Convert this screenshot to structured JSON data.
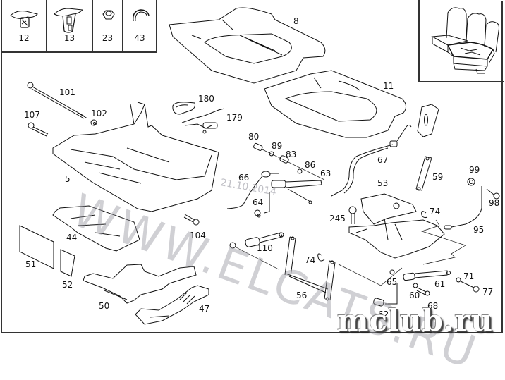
{
  "legend_parts": [
    {
      "number": "12",
      "icon": "clip-icon"
    },
    {
      "number": "13",
      "icon": "bracket-clip-icon"
    },
    {
      "number": "23",
      "icon": "hex-nut-icon"
    },
    {
      "number": "43",
      "icon": "hook-clip-icon"
    }
  ],
  "inset": {
    "icon": "rear-bench-seat-locator-icon"
  },
  "callouts": [
    {
      "number": "8",
      "part": "seat-cushion-cover"
    },
    {
      "number": "11",
      "part": "seat-cushion-pad"
    },
    {
      "number": "101",
      "part": "long-bolt"
    },
    {
      "number": "102",
      "part": "bushing"
    },
    {
      "number": "107",
      "part": "bolt"
    },
    {
      "number": "5",
      "part": "seat-frame"
    },
    {
      "number": "180",
      "part": "release-handle"
    },
    {
      "number": "179",
      "part": "cable-harness"
    },
    {
      "number": "80",
      "part": "bolt"
    },
    {
      "number": "89",
      "part": "washer"
    },
    {
      "number": "83",
      "part": "sleeve"
    },
    {
      "number": "86",
      "part": "nut"
    },
    {
      "number": "63",
      "part": "gas-strut"
    },
    {
      "number": "66",
      "part": "cable"
    },
    {
      "number": "64",
      "part": "bracket"
    },
    {
      "number": "67",
      "part": "bowden-cable"
    },
    {
      "number": "59",
      "part": "link-arm"
    },
    {
      "number": "53",
      "part": "mechanism-base"
    },
    {
      "number": "245",
      "part": "bolt"
    },
    {
      "number": "74",
      "part": "retaining-clip"
    },
    {
      "number": "99",
      "part": "grommet"
    },
    {
      "number": "98",
      "part": "screw"
    },
    {
      "number": "95",
      "part": "cable"
    },
    {
      "number": "104",
      "part": "bolt"
    },
    {
      "number": "44",
      "part": "trim-panel"
    },
    {
      "number": "51",
      "part": "pad"
    },
    {
      "number": "52",
      "part": "pad"
    },
    {
      "number": "50",
      "part": "under-cover"
    },
    {
      "number": "47",
      "part": "trim-strip"
    },
    {
      "number": "110",
      "part": "gas-spring"
    },
    {
      "number": "74",
      "part": "retaining-clip"
    },
    {
      "number": "56",
      "part": "hinge-frame"
    },
    {
      "number": "65",
      "part": "nut"
    },
    {
      "number": "61",
      "part": "gas-strut"
    },
    {
      "number": "71",
      "part": "nut"
    },
    {
      "number": "77",
      "part": "bolt"
    },
    {
      "number": "60",
      "part": "washer"
    },
    {
      "number": "68",
      "part": "bolt"
    },
    {
      "number": "62",
      "part": "bracket"
    }
  ],
  "watermarks": {
    "site": "WWW.ELCATS.RU",
    "date": "21.10.2014",
    "club": "mclub.ru"
  }
}
